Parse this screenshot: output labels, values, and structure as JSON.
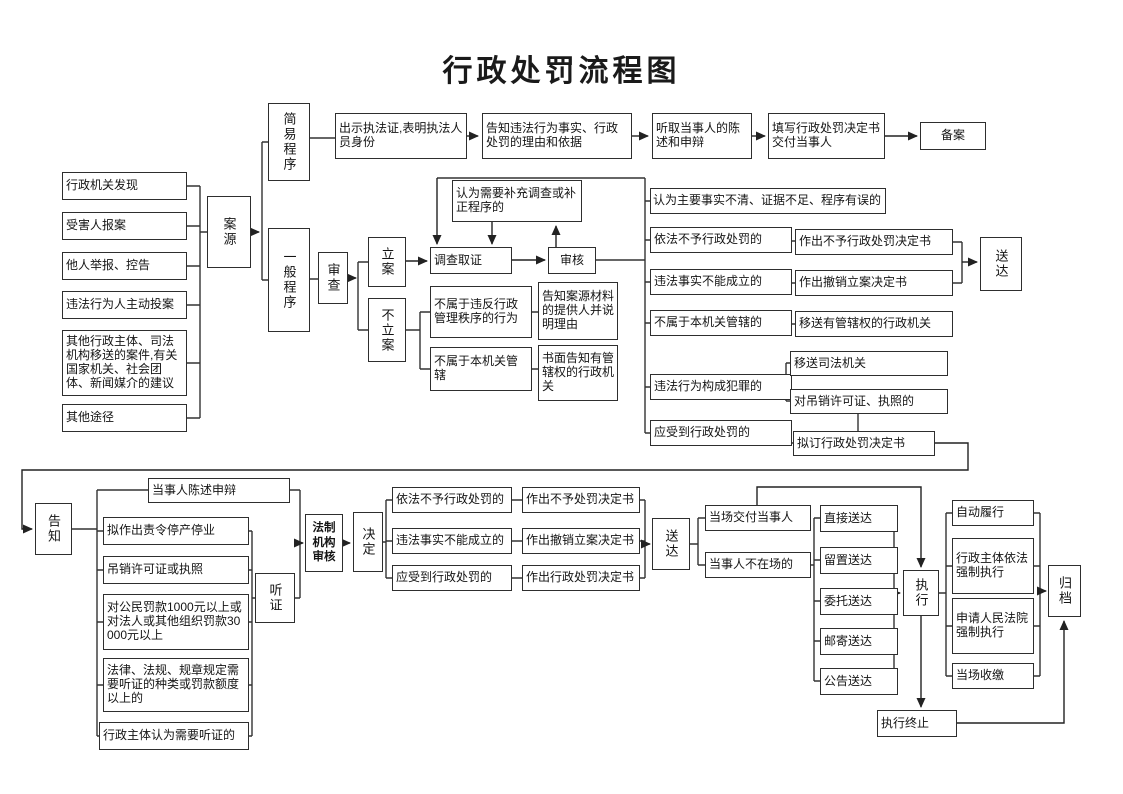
{
  "title": "行政处罚流程图",
  "sources": {
    "hub": "案源",
    "items": [
      "行政机关发现",
      "受害人报案",
      "他人举报、控告",
      "违法行为人主动投案",
      "其他行政主体、司法机构移送的案件,有关国家机关、社会团体、新闻媒介的建议",
      "其他途径"
    ]
  },
  "summary": {
    "label": "简易程序",
    "steps": [
      "出示执法证,表明执法人员身份",
      "告知违法行为事实、行政处罚的理由和依据",
      "听取当事人的陈述和申辩",
      "填写行政处罚决定书交付当事人",
      "备案"
    ]
  },
  "general": {
    "label": "一般程序",
    "review": "审查",
    "file": "立案",
    "no_file": "不立案",
    "investigate": "调查取证",
    "audit": "审核",
    "supplement": "认为需要补充调查或补正程序的",
    "no_file_cond1": "不属于违反行政管理秩序的行为",
    "no_file_act1": "告知案源材料的提供人并说明理由",
    "no_file_cond2": "不属于本机关管辖",
    "no_file_act2": "书面告知有管辖权的行政机关"
  },
  "audit_outcomes": {
    "unclear": "认为主要事实不清、证据不足、程序有误的",
    "cond1": "依法不予行政处罚的",
    "act1": "作出不予行政处罚决定书",
    "cond2": "违法事实不能成立的",
    "act2": "作出撤销立案决定书",
    "cond3": "不属于本机关管辖的",
    "act3": "移送有管辖权的行政机关",
    "cond4": "违法行为构成犯罪的",
    "act4a": "移送司法机关",
    "act4b": "对吊销许可证、执照的",
    "cond5": "应受到行政处罚的",
    "act5": "拟订行政处罚决定书",
    "deliver": "送达"
  },
  "notify": {
    "label": "告知",
    "statement": "当事人陈述申辩",
    "hearing": "听证",
    "conditions": [
      "拟作出责令停产停业",
      "吊销许可证或执照",
      "对公民罚款1000元以上或对法人或其他组织罚款30000元以上",
      "法律、法规、规章规定需要听证的种类或罚款额度以上的",
      "行政主体认为需要听证的"
    ],
    "legal_review": "法制机构审核",
    "decide": "决定",
    "cond1": "依法不予行政处罚的",
    "act1": "作出不予处罚决定书",
    "cond2": "违法事实不能成立的",
    "act2": "作出撤销立案决定书",
    "cond3": "应受到行政处罚的",
    "act3": "作出行政处罚决定书"
  },
  "delivery": {
    "label": "送达",
    "on_spot": "当场交付当事人",
    "absent": "当事人不在场的",
    "methods": [
      "直接送达",
      "留置送达",
      "委托送达",
      "邮寄送达",
      "公告送达"
    ]
  },
  "execution": {
    "label": "执行",
    "outcomes": [
      "自动履行",
      "行政主体依法强制执行",
      "申请人民法院强制执行",
      "当场收缴"
    ],
    "archive": "归档",
    "terminate": "执行终止"
  }
}
